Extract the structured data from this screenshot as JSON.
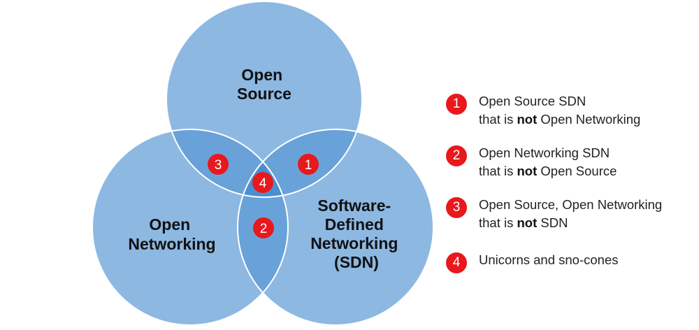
{
  "colors": {
    "circle_fill": "#8db8e2",
    "overlap_fill": "#3f87cf",
    "circle_stroke": "#ffffff",
    "marker_fill": "#e8181c",
    "marker_text": "#ffffff"
  },
  "circles": {
    "open_source": {
      "lines": [
        "Open",
        "Source"
      ]
    },
    "open_networking": {
      "lines": [
        "Open",
        "Networking"
      ]
    },
    "sdn": {
      "lines": [
        "Software-",
        "Defined",
        "Networking",
        "(SDN)"
      ]
    }
  },
  "markers": [
    "1",
    "2",
    "3",
    "4"
  ],
  "legend": [
    {
      "number": "1",
      "line1": "Open Source SDN",
      "line2_prefix": "that is ",
      "line2_bold": "not",
      "line2_suffix": " Open Networking"
    },
    {
      "number": "2",
      "line1": "Open Networking SDN",
      "line2_prefix": "that is ",
      "line2_bold": "not",
      "line2_suffix": " Open Source"
    },
    {
      "number": "3",
      "line1": "Open Source, Open Networking",
      "line2_prefix": "that is ",
      "line2_bold": "not",
      "line2_suffix": " SDN"
    },
    {
      "number": "4",
      "line1": "Unicorns and sno-cones",
      "line2_prefix": "",
      "line2_bold": "",
      "line2_suffix": ""
    }
  ]
}
